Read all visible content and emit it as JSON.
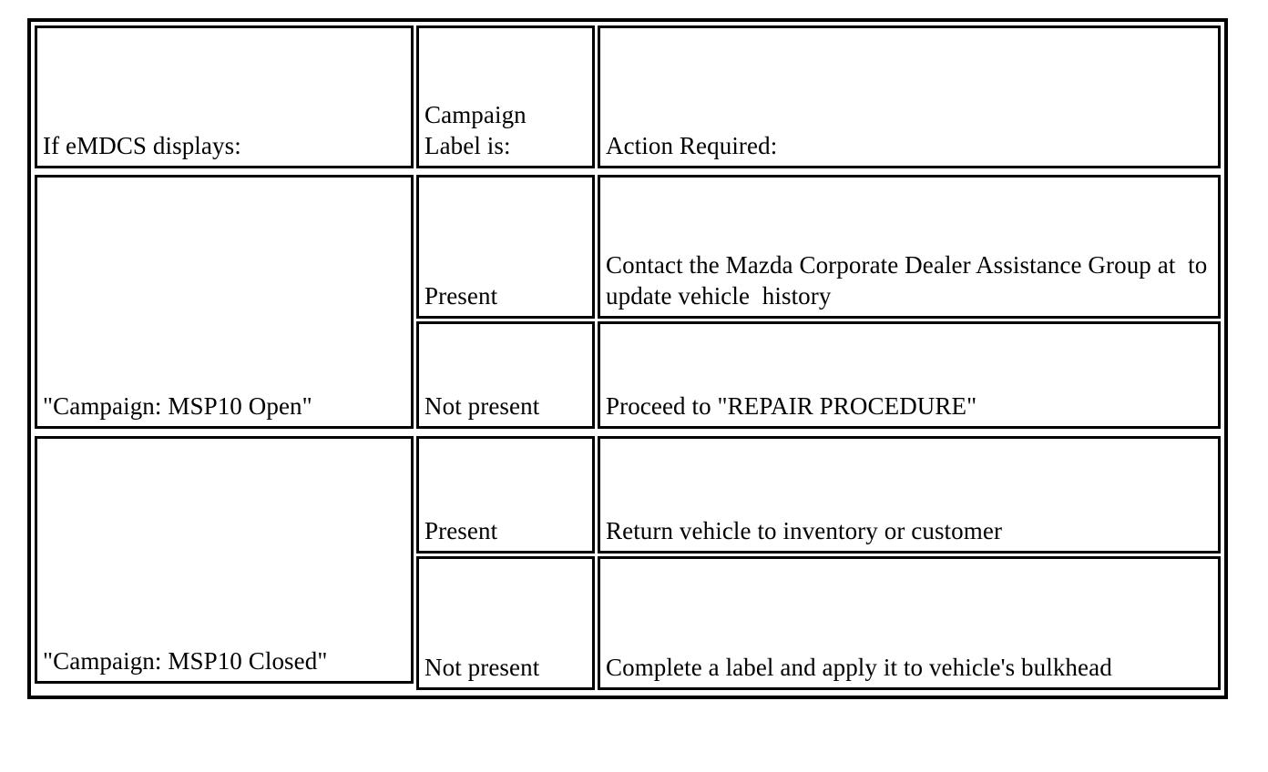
{
  "document": {
    "type": "service-bulletin-decision-table",
    "columns": [
      "If eMDCS displays:",
      "Campaign Label is:",
      "Action Required:"
    ],
    "rows": [
      {
        "condition": "\"Campaign: MSP10 Open\"",
        "cases": [
          {
            "label_state": "Present",
            "action": "Contact the Mazda Corporate Dealer Assistance Group at  to update vehicle  history"
          },
          {
            "label_state": "Not present",
            "action": "Proceed to \"REPAIR PROCEDURE\""
          }
        ]
      },
      {
        "condition": "\"Campaign: MSP10 Closed\"",
        "cases": [
          {
            "label_state": "Present",
            "action": "Return vehicle to inventory or customer"
          },
          {
            "label_state": "Not present",
            "action": "Complete a label and apply it to vehicle's bulkhead"
          }
        ]
      }
    ]
  },
  "style": {
    "text_color": "#000000",
    "background_color": "#ffffff",
    "border_color": "#000000"
  }
}
